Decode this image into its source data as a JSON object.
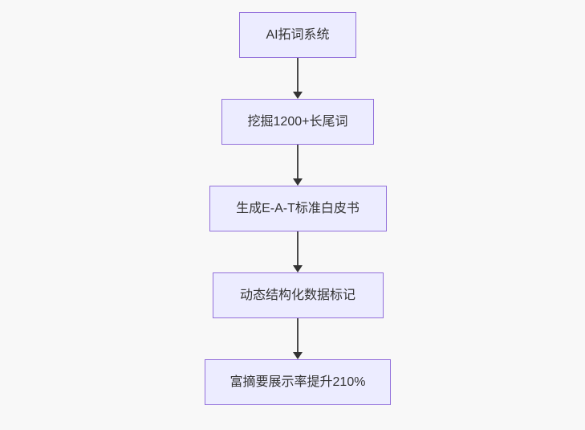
{
  "diagram": {
    "type": "flowchart",
    "direction": "top-down",
    "nodes": [
      {
        "id": "step-1",
        "label": "AI拓词系统"
      },
      {
        "id": "step-2",
        "label": "挖掘1200+长尾词"
      },
      {
        "id": "step-3",
        "label": "生成E-A-T标准白皮书"
      },
      {
        "id": "step-4",
        "label": "动态结构化数据标记"
      },
      {
        "id": "step-5",
        "label": "富摘要展示率提升210%"
      }
    ],
    "edges": [
      {
        "from": "step-1",
        "to": "step-2"
      },
      {
        "from": "step-2",
        "to": "step-3"
      },
      {
        "from": "step-3",
        "to": "step-4"
      },
      {
        "from": "step-4",
        "to": "step-5"
      }
    ],
    "colors": {
      "node_fill": "#ECECFF",
      "node_border": "#9370DB",
      "node_text": "#333333",
      "arrow": "#333333",
      "background": "#f8f8f8"
    }
  }
}
